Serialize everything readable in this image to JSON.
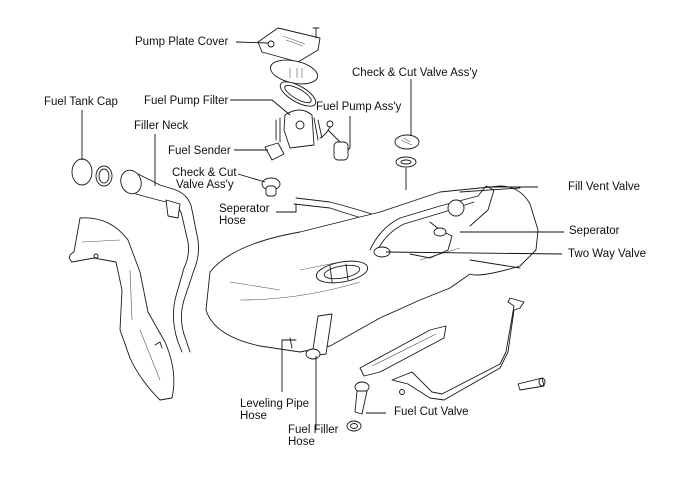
{
  "diagram": {
    "title": "Fuel Tank Exploded View",
    "labels": {
      "pump_plate_cover": "Pump Plate Cover",
      "fuel_tank_cap": "Fuel Tank Cap",
      "fuel_pump_filter": "Fuel Pump Filter",
      "filler_neck": "Filler Neck",
      "fuel_sender": "Fuel Sender",
      "check_cut_valve_small_1": "Check & Cut",
      "check_cut_valve_small_2": "Valve Ass'y",
      "check_cut_valve_top": "Check & Cut Valve Ass'y",
      "fuel_pump_assy": "Fuel Pump Ass'y",
      "seperator_hose_1": "Seperator",
      "seperator_hose_2": "Hose",
      "fill_vent_valve": "Fill Vent Valve",
      "seperator": "Seperator",
      "two_way_valve": "Two Way Valve",
      "leveling_pipe_hose_1": "Leveling Pipe",
      "leveling_pipe_hose_2": "Hose",
      "fuel_filler_hose_1": "Fuel Filler",
      "fuel_filler_hose_2": "Hose",
      "fuel_cut_valve": "Fuel Cut Valve"
    },
    "colors": {
      "line": "#1a1a1a",
      "text": "#111111",
      "background": "#ffffff"
    }
  }
}
